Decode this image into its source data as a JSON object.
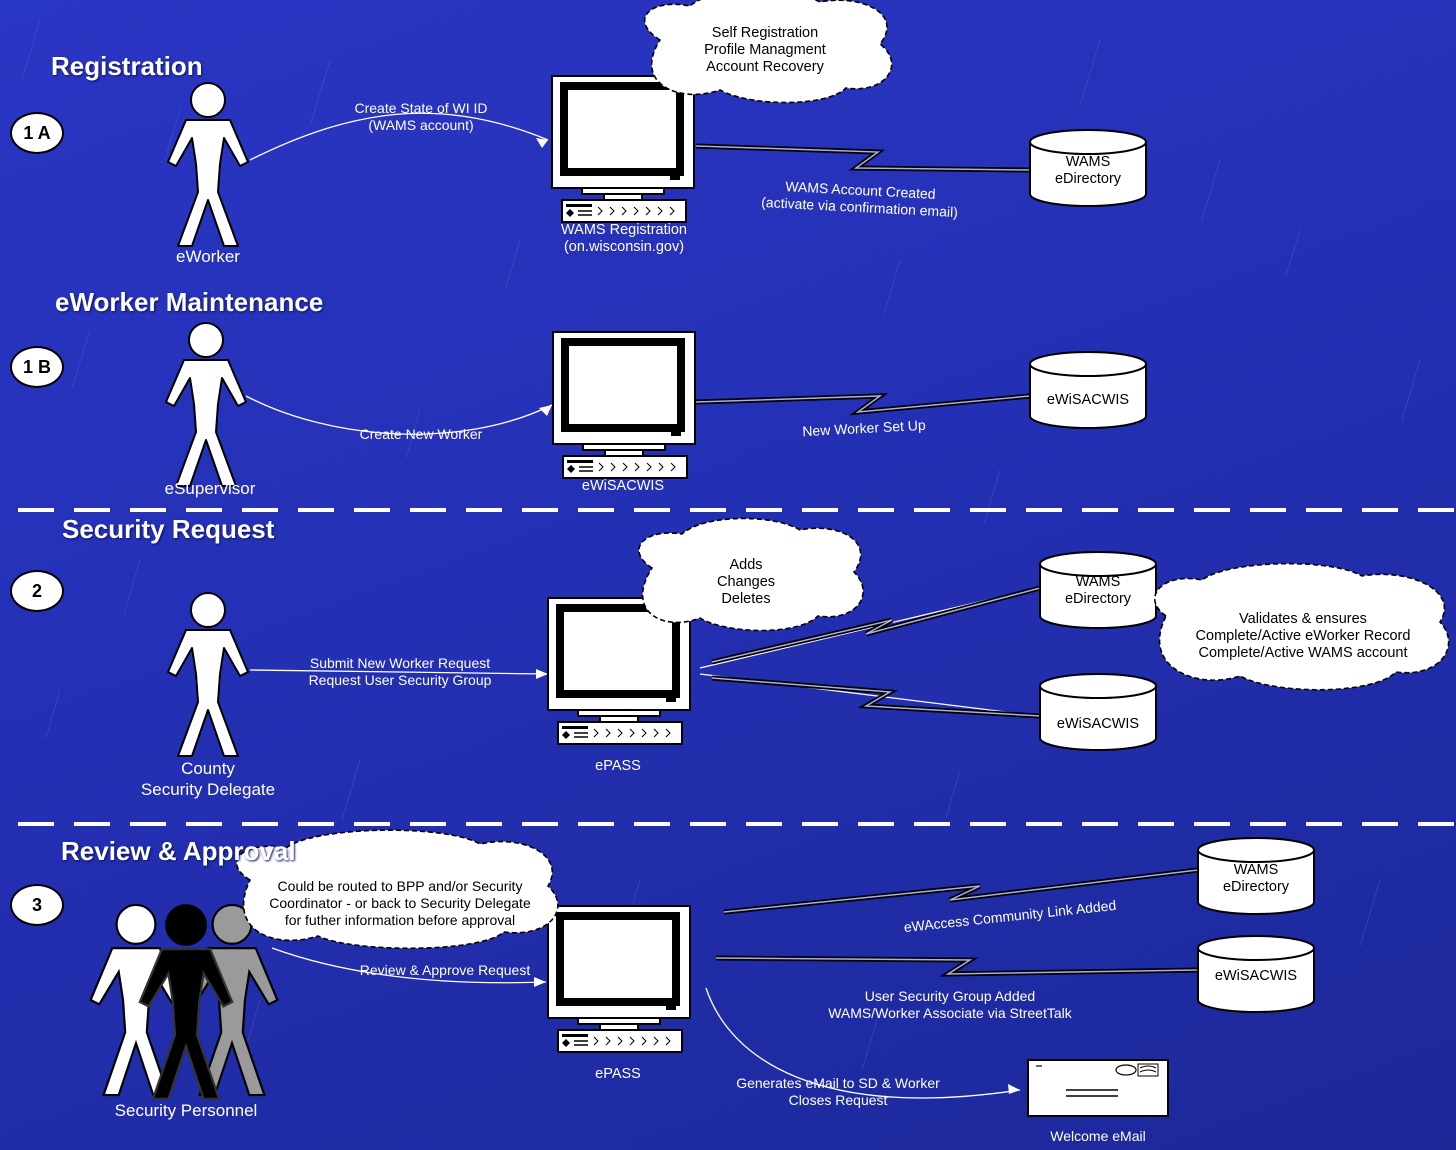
{
  "sections": {
    "s1a": {
      "heading": "Registration",
      "badge": "1 A"
    },
    "s1b": {
      "heading": "eWorker Maintenance",
      "badge": "1 B"
    },
    "s2": {
      "heading": "Security Request",
      "badge": "2"
    },
    "s3": {
      "heading": "Review & Approval",
      "badge": "3"
    }
  },
  "actors": {
    "eworker": "eWorker",
    "esupervisor": "eSupervisor",
    "delegate_line1": "County",
    "delegate_line2": "Security Delegate",
    "personnel": "Security Personnel"
  },
  "systems": {
    "wams_reg_line1": "WAMS Registration",
    "wams_reg_line2": "(on.wisconsin.gov)",
    "ewisacwis": "eWiSACWIS",
    "epass2": "ePASS",
    "epass3": "ePASS"
  },
  "databases": {
    "wams_line1": "WAMS",
    "wams_line2": "eDirectory",
    "ewisacwis": "eWiSACWIS"
  },
  "flows": {
    "create_id_line1": "Create State of WI ID",
    "create_id_line2": "(WAMS account)",
    "wams_created_line1": "WAMS Account Created",
    "wams_created_line2": "(activate via confirmation email)",
    "create_worker": "Create New Worker",
    "new_worker_setup": "New Worker Set Up",
    "submit_line1": "Submit New Worker Request",
    "submit_line2": "Request User Security Group",
    "review": "Review & Approve Request",
    "community_link": "eWAccess Community Link Added",
    "group_added_line1": "User Security Group Added",
    "group_added_line2": "WAMS/Worker Associate via StreetTalk",
    "email_line1": "Generates eMail to SD & Worker",
    "email_line2": "Closes Request"
  },
  "clouds": {
    "self_reg": [
      "Self Registration",
      "Profile Managment",
      "Account Recovery"
    ],
    "adds": [
      "Adds",
      "Changes",
      "Deletes"
    ],
    "validates": [
      "Validates & ensures",
      "Complete/Active eWorker Record",
      "Complete/Active WAMS account"
    ],
    "routed": [
      "Could be routed to BPP and/or Security",
      "Coordinator - or back to Security Delegate",
      "for futher information before approval"
    ]
  },
  "welcome_email": "Welcome eMail",
  "colors": {
    "background": "#2430b4",
    "foreground": "#ffffff",
    "divider": "#ffffff"
  }
}
